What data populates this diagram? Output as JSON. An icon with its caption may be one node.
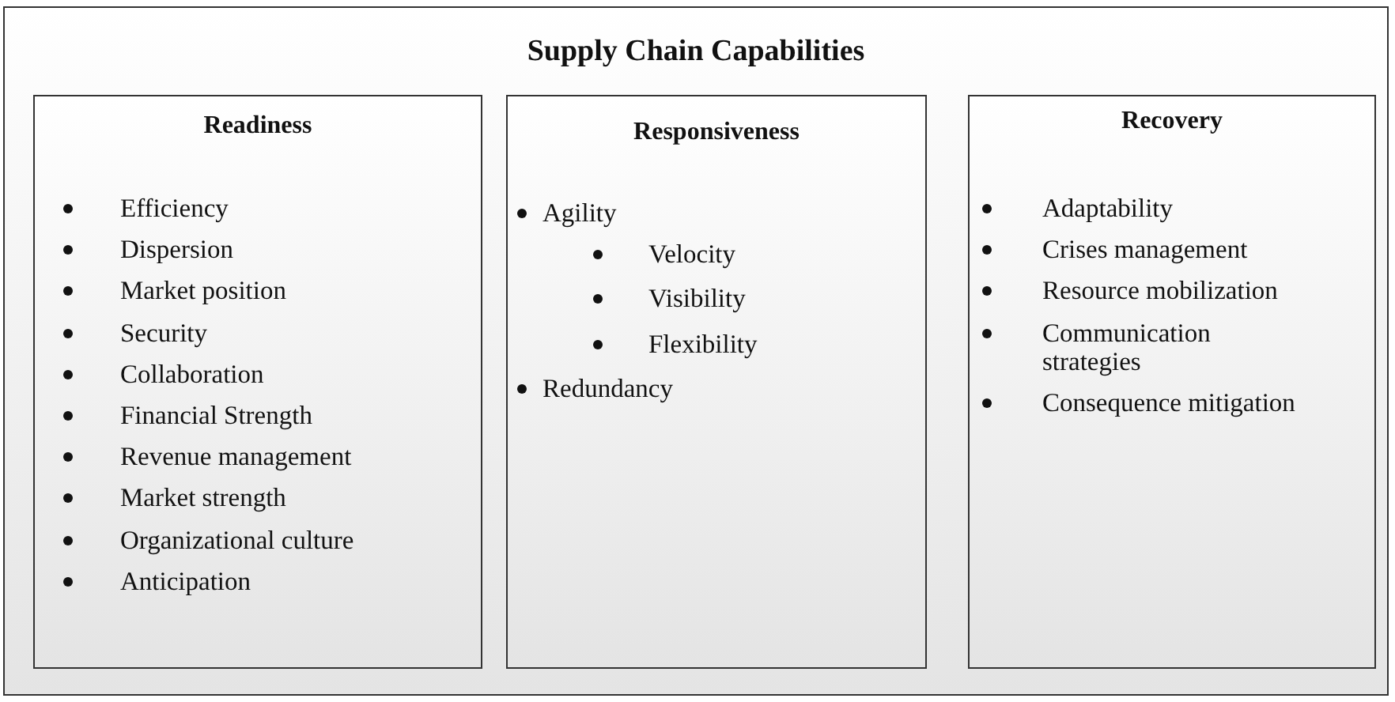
{
  "diagram": {
    "nodes": [
      {
        "text": [
          "Supply Chain Capabilities"
        ]
      },
      {
        "text": [
          "Readiness",
          "Efficiency",
          "Dispersion",
          "Market position",
          "Security",
          "Collaboration",
          "Financial Strength",
          "Revenue management",
          "Market strength",
          "Organizational culture",
          "Anticipation"
        ],
        "in": 0
      },
      {
        "text": [
          "Responsiveness",
          "Agility",
          "Velocity",
          "Visibility",
          "Flexibility",
          "Redundancy"
        ],
        "in": 0
      },
      {
        "text": [
          "Recovery",
          "Adaptability",
          "Crises management",
          "Resource mobilization",
          "Communication strategies",
          "Consequence mitigation"
        ],
        "in": 0
      }
    ]
  }
}
